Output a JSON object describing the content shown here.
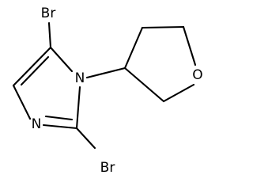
{
  "molecule": {
    "atoms": {
      "br_top": "Br",
      "n1": "N",
      "n3": "N",
      "br_bottom": "Br",
      "o": "O"
    }
  }
}
